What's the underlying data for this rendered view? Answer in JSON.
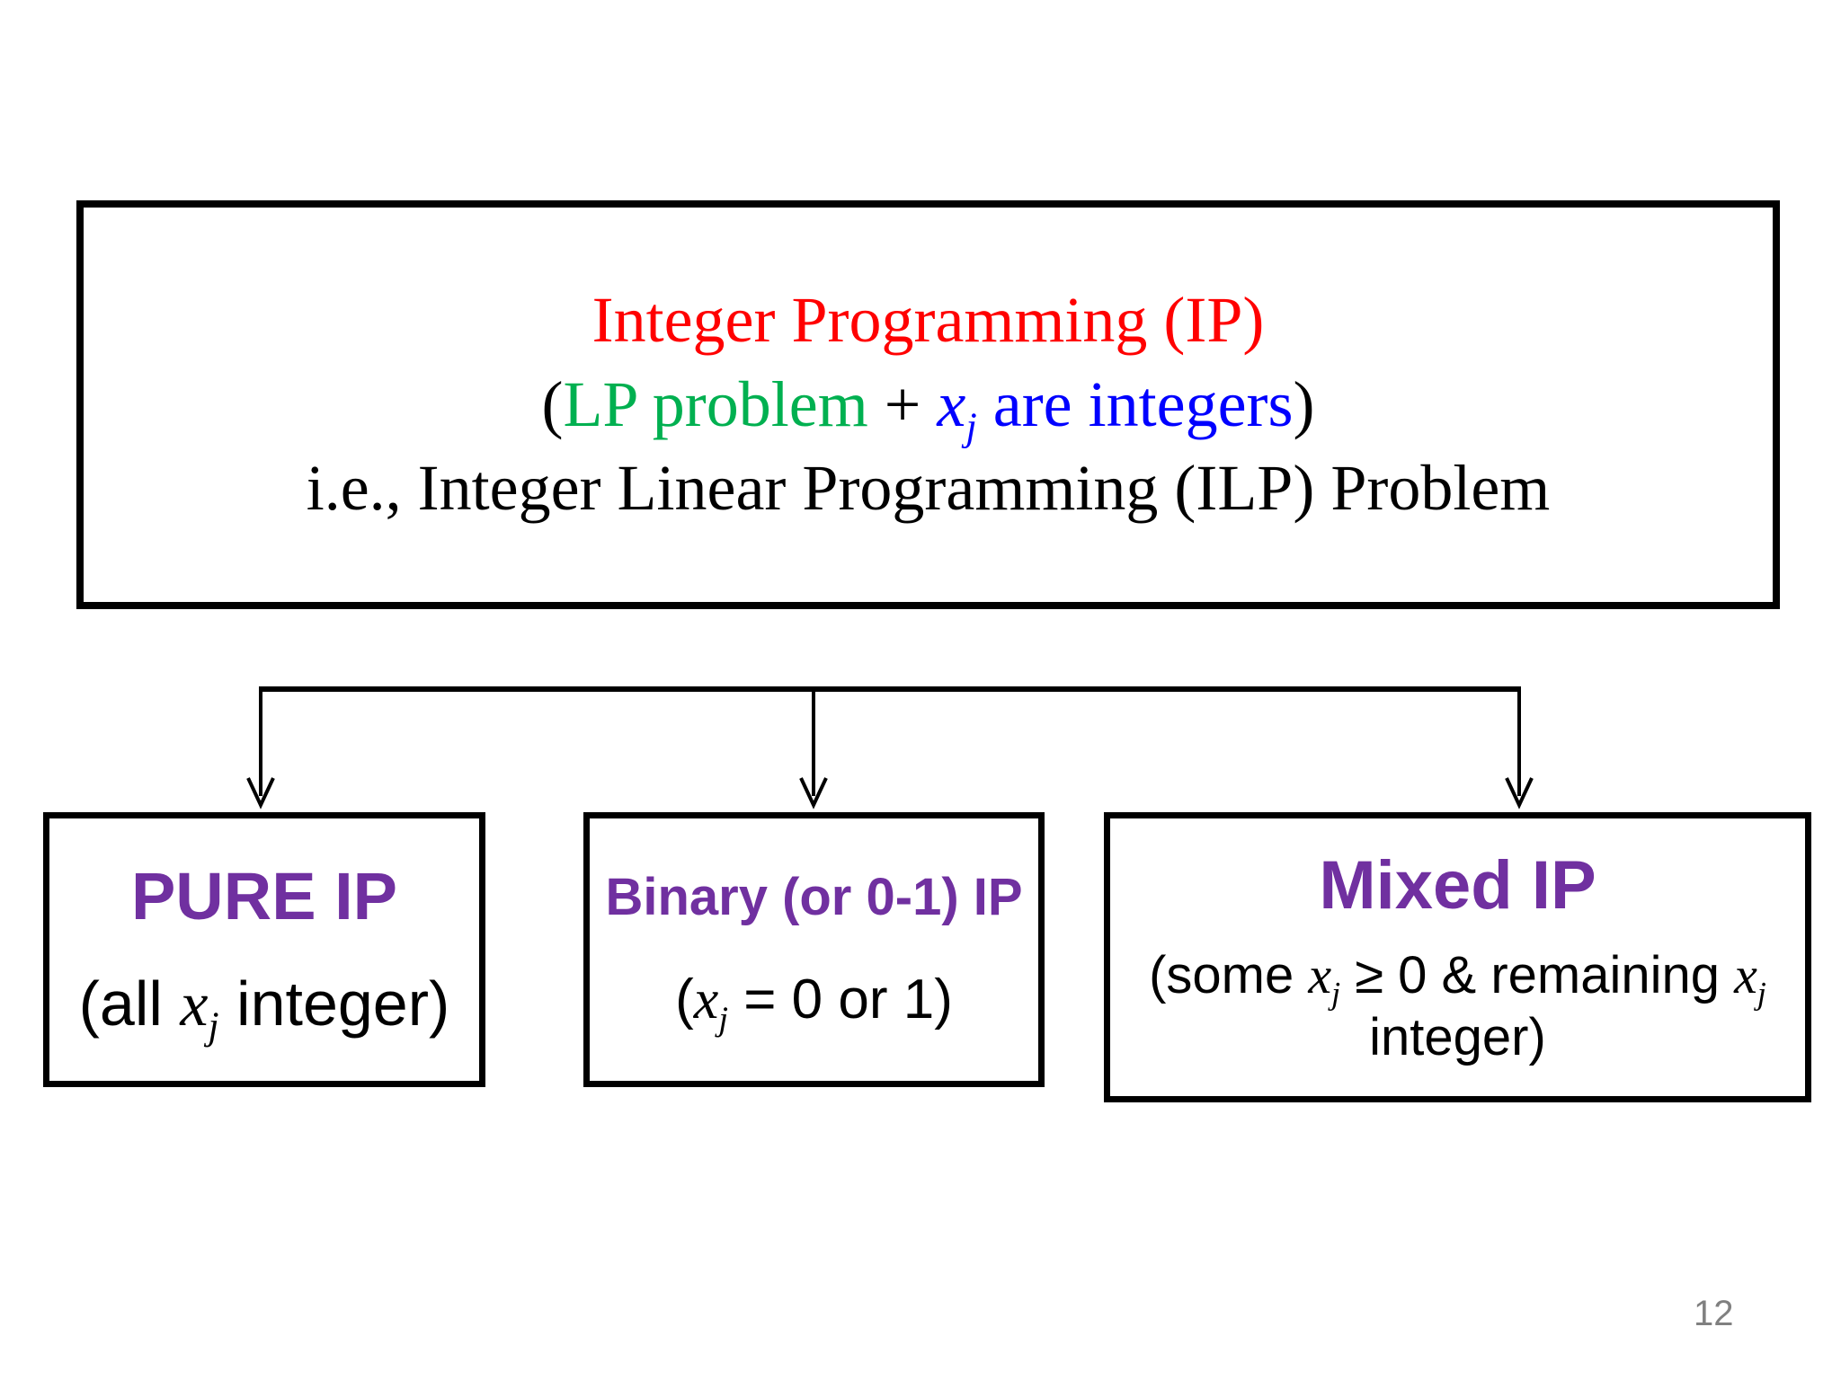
{
  "page_number": "12",
  "colors": {
    "title_red": "#ff0000",
    "lp_green": "#00b050",
    "integers_blue": "#0000ff",
    "heading_purple": "#7030a0",
    "line_black": "#000000",
    "page_number_gray": "#808080"
  },
  "top_box": {
    "line1": "Integer Programming (IP)",
    "line2": {
      "open_paren": "(",
      "lp": "LP problem",
      "plus": " + ",
      "x": "x",
      "sub": "j",
      "rest": " are integers",
      "close_paren": ")"
    },
    "line3": "i.e., Integer Linear Programming (ILP) Problem"
  },
  "boxes": {
    "pure": {
      "title": "PURE IP",
      "body": {
        "pre": "(all ",
        "x": "x",
        "sub": "j",
        "post": " integer)"
      }
    },
    "binary": {
      "title": "Binary (or 0-1) IP",
      "body": {
        "pre": "(",
        "x": "x",
        "sub": "j",
        "post": " = 0 or 1)"
      }
    },
    "mixed": {
      "title": "Mixed IP",
      "body": {
        "pre": "(some ",
        "x1": "x",
        "sub1": "j",
        "mid": " ≥ 0 & remaining ",
        "x2": "x",
        "sub2": "j",
        "line2": "integer)"
      }
    }
  }
}
